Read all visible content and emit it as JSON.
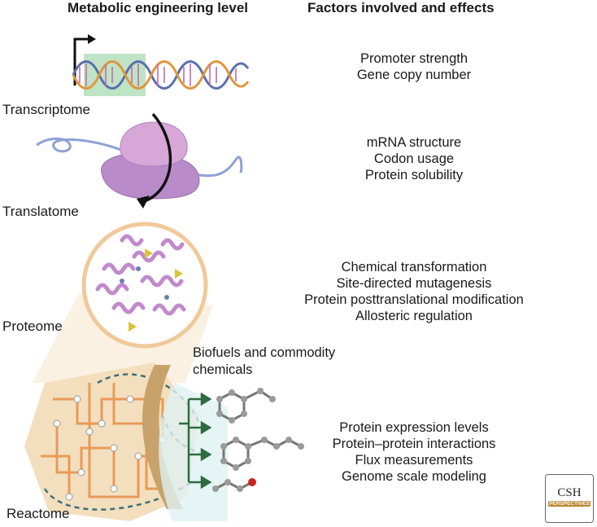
{
  "headers": {
    "left": "Metabolic engineering level",
    "right": "Factors involved and effects"
  },
  "levels": {
    "transcriptome": {
      "label": "Transcriptome",
      "factors": [
        "Promoter strength",
        "Gene copy number"
      ]
    },
    "translatome": {
      "label": "Translatome",
      "factors": [
        "mRNA structure",
        "Codon usage",
        "Protein solubility"
      ]
    },
    "proteome": {
      "label": "Proteome",
      "factors": [
        "Chemical transformation",
        "Site-directed mutagenesis",
        "Protein posttranslational modification",
        "Allosteric regulation"
      ]
    },
    "reactome": {
      "label": "Reactome",
      "factors": [
        "Protein expression levels",
        "Protein–protein interactions",
        "Flux measurements",
        "Genome scale modeling"
      ]
    }
  },
  "biofuels_label": [
    "Biofuels and commodity",
    "chemicals"
  ],
  "logo": {
    "line1": "CSH",
    "line2": "PERSPECTIVES"
  },
  "colors": {
    "highlight_box": "#bfe3c5",
    "ribosome": "#c79ad3",
    "mrna": "#8fa0d6",
    "network_bg": "#f3dfbd",
    "network_lines": "#e89a57",
    "membrane": "#c7a26b",
    "arrows": "#2e6b3e",
    "protein_helix": "#c08acb"
  }
}
